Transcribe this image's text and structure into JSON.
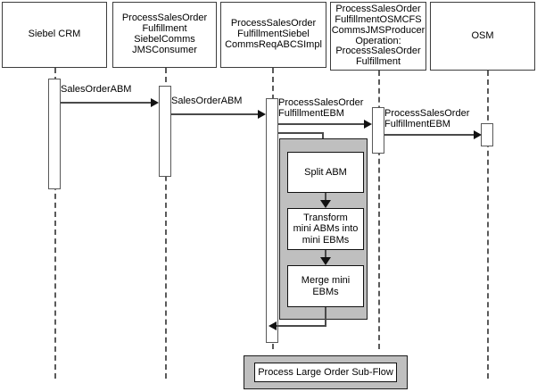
{
  "diagram": {
    "type": "uml-sequence-diagram",
    "title": "Process Large Order Sub-Flow",
    "colors": {
      "background": "#ffffff",
      "frame_fill": "#bfbfbf",
      "box_fill": "#ffffff",
      "line": "#4a4a4a",
      "text": "#000000"
    }
  },
  "lifelines": [
    {
      "id": "siebel-crm",
      "label": "Siebel CRM"
    },
    {
      "id": "siebel-comms-jms-consumer",
      "label": "ProcessSalesOrder\nFulfillment\nSiebelComms\nJMSConsumer"
    },
    {
      "id": "siebel-comms-req-abcs-impl",
      "label": "ProcessSalesOrder\nFulfillmentSiebel\nCommsReqABCSImpl"
    },
    {
      "id": "osmcfs-comms-jms-producer",
      "label": "ProcessSalesOrder\nFulfillmentOSMCFS\nCommsJMSProducer\nOperation:\nProcessSalesOrder\nFulfillment"
    },
    {
      "id": "osm",
      "label": "OSM"
    }
  ],
  "messages": [
    {
      "id": "msg-1",
      "label": "SalesOrderABM",
      "from": "siebel-crm",
      "to": "siebel-comms-jms-consumer",
      "direction": "right"
    },
    {
      "id": "msg-2",
      "label": "SalesOrderABM",
      "from": "siebel-comms-jms-consumer",
      "to": "siebel-comms-req-abcs-impl",
      "direction": "right"
    },
    {
      "id": "msg-3",
      "label": "ProcessSalesOrder\nFulfillmentEBM",
      "from": "siebel-comms-req-abcs-impl",
      "to": "osmcfs-comms-jms-producer",
      "direction": "right"
    },
    {
      "id": "msg-4",
      "label": "ProcessSalesOrder\nFulfillmentEBM",
      "from": "osmcfs-comms-jms-producer",
      "to": "osm",
      "direction": "right"
    }
  ],
  "subflow": {
    "id": "process-large-order-sub-flow",
    "steps": [
      {
        "id": "split-abm",
        "label": "Split ABM"
      },
      {
        "id": "transform-mini-abms",
        "label": "Transform\nmini ABMs into\nmini EBMs"
      },
      {
        "id": "merge-mini-ebms",
        "label": "Merge mini\nEBMs"
      }
    ]
  },
  "legend": {
    "id": "legend-process-large-order",
    "label": "Process Large Order Sub-Flow"
  }
}
